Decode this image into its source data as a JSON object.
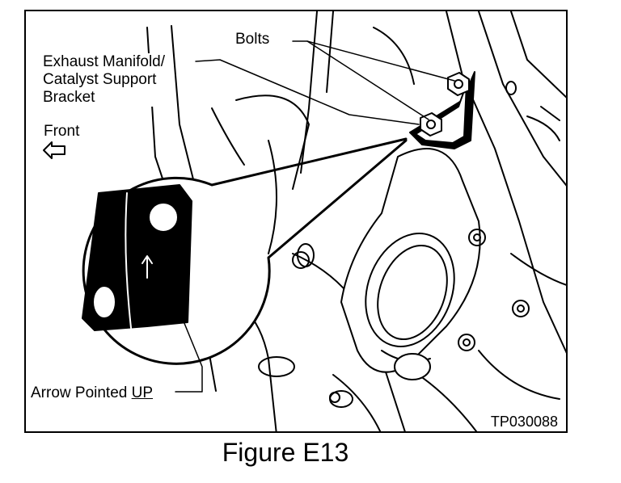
{
  "labels": {
    "bolts": "Bolts",
    "bracket_line1": "Exhaust Manifold/",
    "bracket_line2": "Catalyst Support",
    "bracket_line3": "Bracket",
    "front": "Front",
    "arrow_prefix": "Arrow Pointed ",
    "arrow_up": "UP",
    "figure_code": "TP030088"
  },
  "caption": "Figure E13"
}
